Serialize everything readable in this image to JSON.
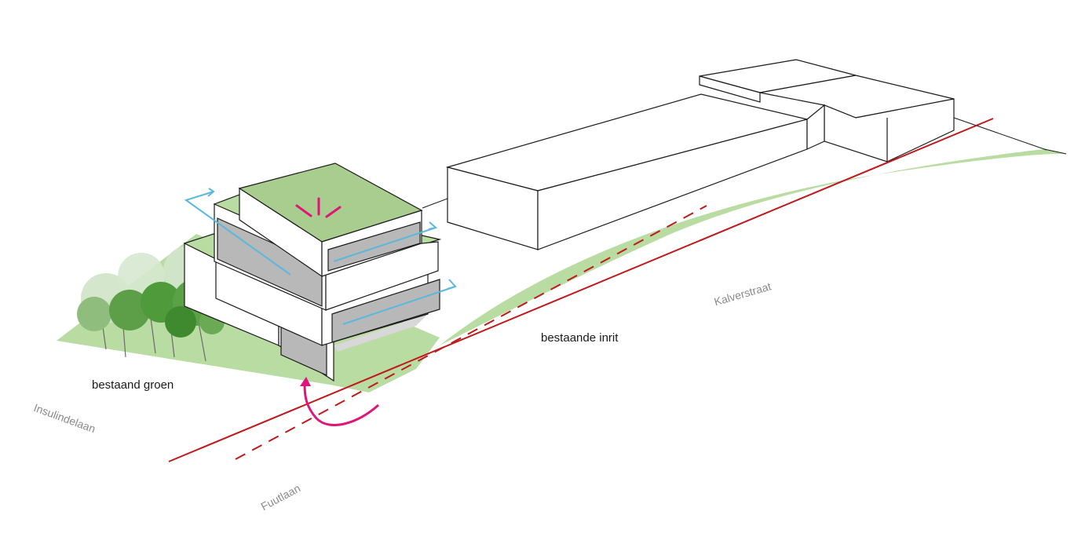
{
  "labels": {
    "bestaand_groen": "bestaand groen",
    "bestaande_inrit": "bestaande inrit",
    "insulindelaan": "Insulindelaan",
    "futlaan": "Fuutlaan",
    "kalverstraat": "Kalverstraat"
  },
  "colors": {
    "green": "#b9dca3",
    "roof_green": "#a9cc8f",
    "window_grey": "#b8b8b8",
    "line": "#1a1a1a",
    "red_line": "#c0191c",
    "cyan_arrow": "#5bb8dc",
    "magenta": "#e0157a",
    "tree_green": "#4f9a3a"
  }
}
